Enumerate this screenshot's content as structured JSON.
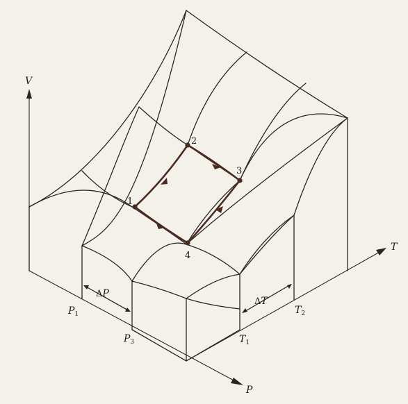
{
  "axes": {
    "vertical": "V",
    "right": "T",
    "front": "P"
  },
  "ticks": {
    "p1": {
      "base": "P",
      "sub": "1"
    },
    "p3": {
      "base": "P",
      "sub": "3"
    },
    "t1": {
      "base": "T",
      "sub": "1"
    },
    "t2": {
      "base": "T",
      "sub": "2"
    }
  },
  "intervals": {
    "delta_p": {
      "base": "Δ",
      "var": "P"
    },
    "delta_t": {
      "base": "Δ",
      "var": "T"
    }
  },
  "states": [
    "1",
    "2",
    "3",
    "4"
  ],
  "colors": {
    "background": "#f4f1ea",
    "line": "#2a2522",
    "cycle": "#4a2b22"
  }
}
